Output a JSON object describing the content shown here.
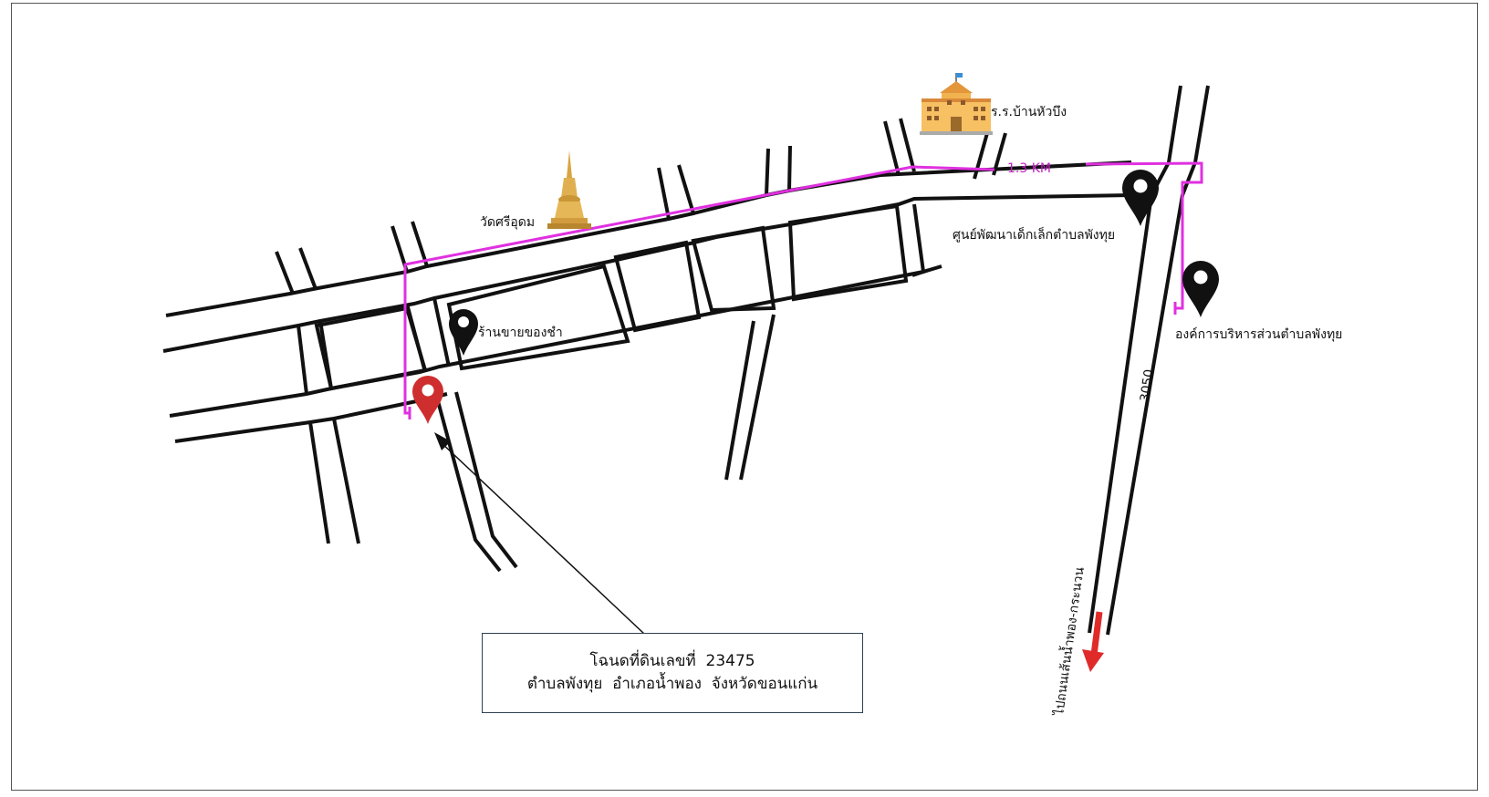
{
  "labels": {
    "temple": "วัดศรีอุดม",
    "school": "ร.ร.บ้านหัวบึง",
    "childcare": "ศูนย์พัฒนาเด็กเล็กตำบลพังทุย",
    "shop": "ร้านขายของชำ",
    "sao": "องค์การบริหารส่วนตำบลพังทุย",
    "highway": "3050",
    "direction": "ไปถนนเส้นน้ำพอง-กระนวน",
    "distance": "1.3 KM"
  },
  "deed": {
    "line1": "โฉนดที่ดินเลขที่  23475",
    "line2": "ตำบลพังทุย  อำเภอน้ำพอง  จังหวัดขอนแก่น"
  },
  "icons": {
    "temple": "temple-pagoda-icon",
    "school": "school-building-icon",
    "pin": "map-pin-icon",
    "direction": "arrow-down-icon"
  },
  "colors": {
    "route": "#e030e0",
    "property_pin": "#cf2e2e",
    "poi_pin": "#111111",
    "direction_arrow": "#e02a2a",
    "road": "#111111"
  }
}
